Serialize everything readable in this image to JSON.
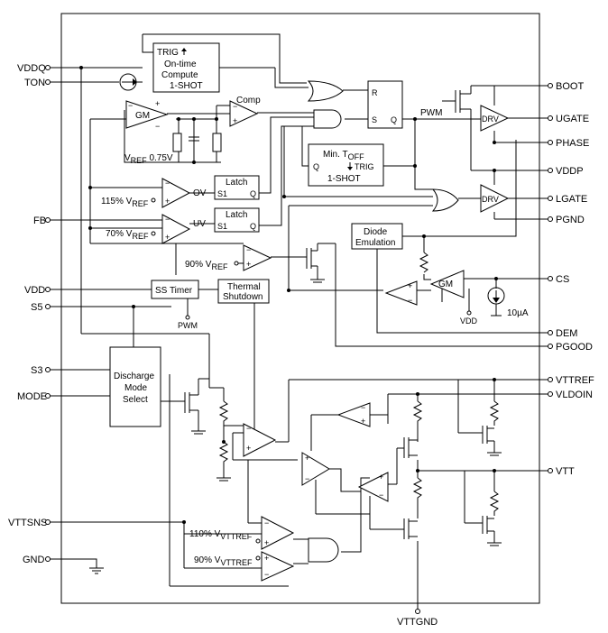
{
  "pins": {
    "vddq": "VDDQ",
    "ton": "TON",
    "fb": "FB",
    "vdd": "VDD",
    "s5": "S5",
    "s3": "S3",
    "mode": "MODE",
    "vttsns": "VTTSNS",
    "gnd": "GND",
    "vttgnd": "VTTGND",
    "boot": "BOOT",
    "ugate": "UGATE",
    "phase": "PHASE",
    "vddp": "VDDP",
    "lgate": "LGATE",
    "pgnd": "PGND",
    "cs": "CS",
    "dem": "DEM",
    "pgood": "PGOOD",
    "vttref": "VTTREF",
    "vldoin": "VLDOIN",
    "vtt": "VTT"
  },
  "blocks": {
    "ontime": [
      "TRIG",
      "On-time",
      "Compute",
      "1-SHOT"
    ],
    "latch": "Latch",
    "latch_s": "S1",
    "latch_q": "Q",
    "ss_timer": "SS Timer",
    "thermal": [
      "Thermal",
      "Shutdown"
    ],
    "discharge": [
      "Discharge",
      "Mode",
      "Select"
    ],
    "mintoff": [
      "Min. T",
      "OFF",
      "Q",
      "TRIG",
      "1-SHOT"
    ],
    "diode": [
      "Diode",
      "Emulation"
    ],
    "drv": "DRV",
    "sr_r": "R",
    "sr_s": "S",
    "sr_q": "Q",
    "gm": "GM",
    "comp": "Comp"
  },
  "labels": {
    "vref_v": "V",
    "vref_sub": "REF",
    "vref_val": " 0.75V",
    "ov": "OV",
    "uv": "UV",
    "ov_ref": "115% V",
    "uv_ref": "70% V",
    "pg_ref": "90% V",
    "pwm_top": "PWM",
    "pwm_bot": "PWM",
    "vdd_small": "VDD",
    "isrc": "10µA",
    "vtt_hi": "110% V",
    "vtt_lo": "90% V",
    "vttref_sub": "VTTREF"
  }
}
